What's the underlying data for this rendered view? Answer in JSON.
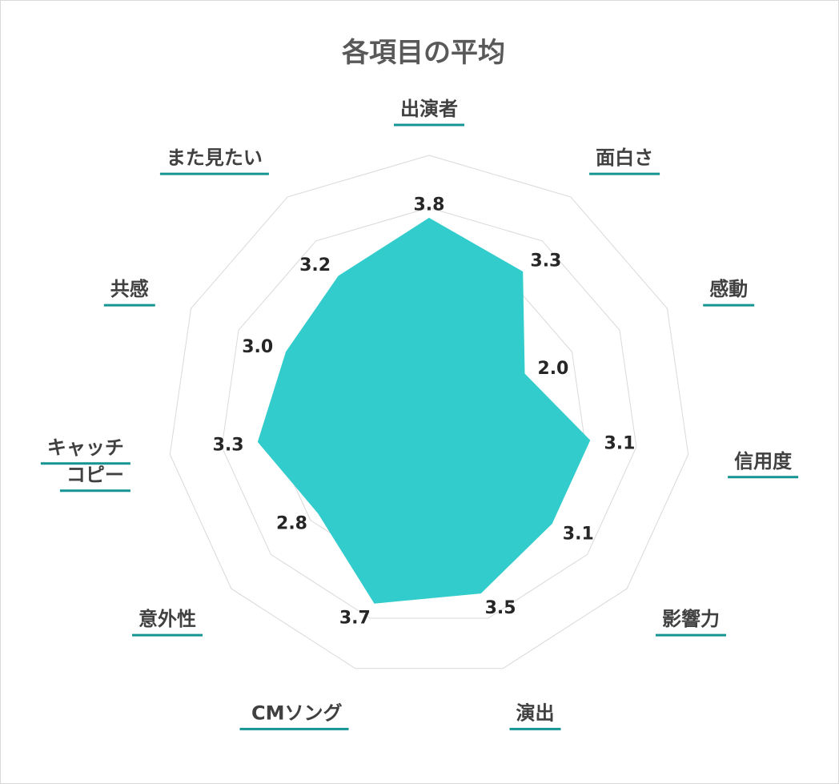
{
  "chart_data": {
    "type": "radar",
    "title": "各項目の平均",
    "categories": [
      [
        "出演者"
      ],
      [
        "面白さ"
      ],
      [
        "感動"
      ],
      [
        "信用度"
      ],
      [
        "影響力"
      ],
      [
        "演出"
      ],
      [
        "CMソング"
      ],
      [
        "意外性"
      ],
      [
        "キャッチ",
        "コピー"
      ],
      [
        "共感"
      ],
      [
        "また見たい"
      ]
    ],
    "values": [
      3.8,
      3.3,
      2.0,
      3.1,
      3.1,
      3.5,
      3.7,
      2.8,
      3.3,
      3.0,
      3.2
    ],
    "value_labels": [
      "3.8",
      "3.3",
      "2.0",
      "3.1",
      "3.1",
      "3.5",
      "3.7",
      "2.8",
      "3.3",
      "3.0",
      "3.2"
    ],
    "rmax": 5,
    "gridlines": 5,
    "colors": {
      "fill": "#33cccc",
      "grid": "#d9d9d9",
      "underline": "#159494"
    }
  }
}
